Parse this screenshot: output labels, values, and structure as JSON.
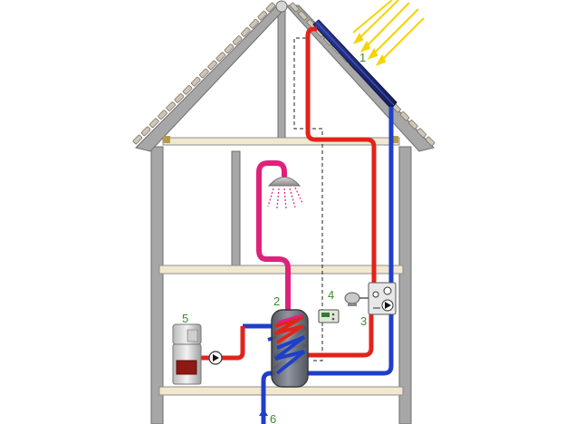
{
  "labels": {
    "l1": "1",
    "l2": "2",
    "l3": "3",
    "l4": "4",
    "l5": "5",
    "l6": "6"
  },
  "colors": {
    "hot_pipe": "#e2231a",
    "cold_pipe": "#1f3fc9",
    "shower_pipe": "#e0217c",
    "frame": "#a7a7a7",
    "frame_edge": "#6d6d6d",
    "floor": "#f1e8cf",
    "roof_tile": "#cfc7b6",
    "sun_rays": "#f5d400",
    "label": "#3f8a2c",
    "collector": "#1e2a78",
    "tank": "#5b5f66"
  }
}
